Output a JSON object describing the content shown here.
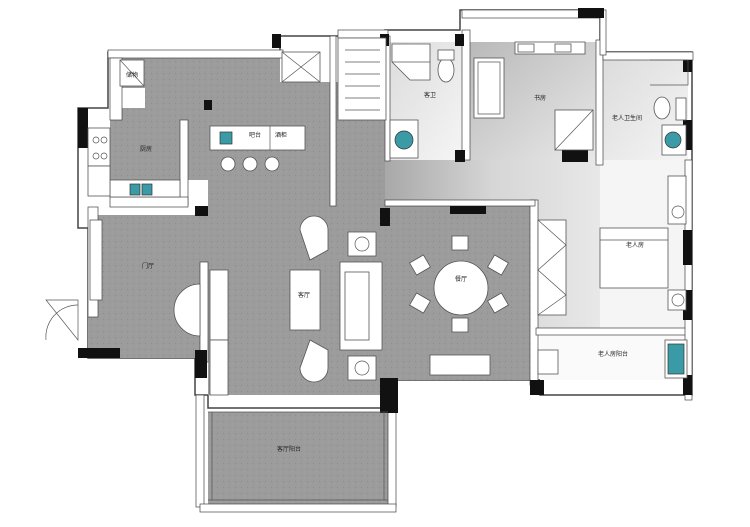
{
  "rooms": {
    "storage": "储物",
    "kitchen": "厨房",
    "bar": "吧台",
    "bar_cabinet": "酒柜",
    "guest_bath": "客卫",
    "study": "书房",
    "elder_bath": "老人卫生间",
    "foyer": "门厅",
    "living": "客厅",
    "dining": "餐厅",
    "elder_room": "老人房",
    "elder_balcony": "老人房阳台",
    "living_balcony": "客厅阳台"
  },
  "colors": {
    "floor_stone": "#9f9f9f",
    "floor_gradient_light": "#f4f4f4",
    "wall_fill": "#111111",
    "fixture_accent": "#3a9aa6"
  }
}
